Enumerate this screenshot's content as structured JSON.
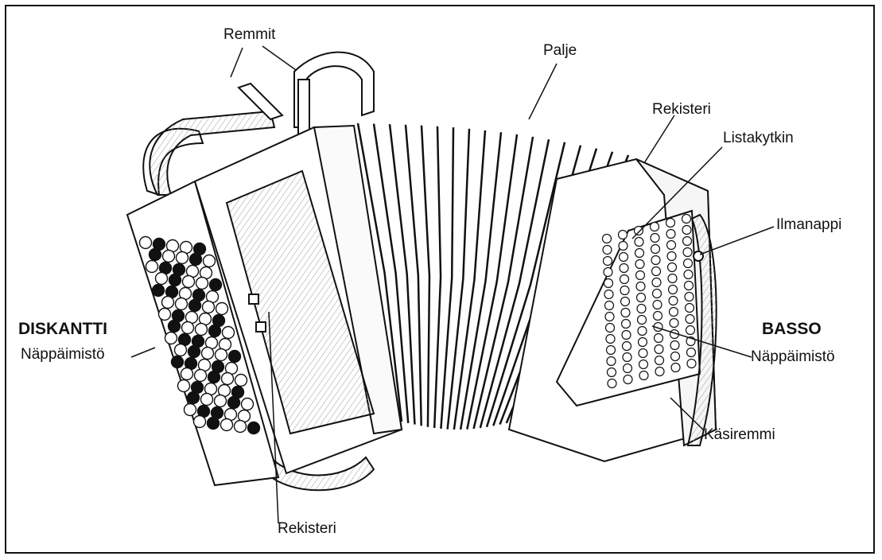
{
  "labels": {
    "remmit": "Remmit",
    "palje": "Palje",
    "rekisteri_top": "Rekisteri",
    "listakytkin": "Listakytkin",
    "ilmanappi": "Ilmanappi",
    "diskantti": "DISKANTTI",
    "nappaimisto_left": "Näppäimistö",
    "basso": "BASSO",
    "nappaimisto_right": "Näppäimistö",
    "kasiremmi": "Käsiremmi",
    "rekisteri_bottom": "Rekisteri"
  }
}
